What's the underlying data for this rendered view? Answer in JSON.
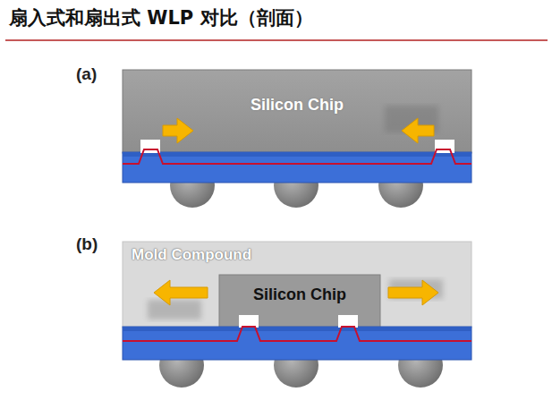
{
  "diagram": {
    "title": "扇入式和扇出式 WLP 对比（剖面）",
    "nodes": [
      {
        "text": [
          "Silicon Chip"
        ]
      },
      {
        "text": [
          "Mold Compound"
        ]
      },
      {
        "text": [
          "Silicon Chip"
        ],
        "in": 1
      }
    ],
    "labels": [
      "(a)",
      "(b)"
    ]
  }
}
